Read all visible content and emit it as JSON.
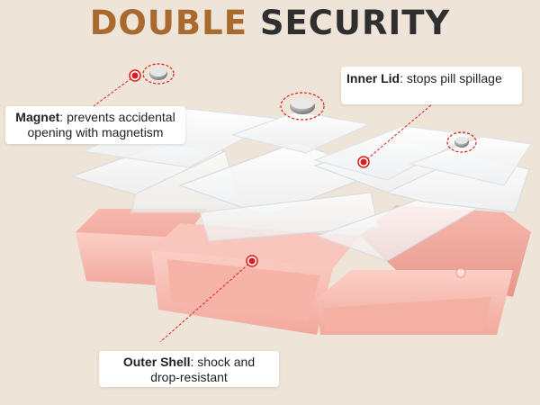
{
  "headline": {
    "word1": "DOUBLE",
    "word2": "SECURITY"
  },
  "colors": {
    "background": "#efe4d8",
    "accent_brown": "#a86a2e",
    "title_dark": "#2f2f2f",
    "shell_pink": "#f6b8ae",
    "marker_red": "#e01b1b"
  },
  "callouts": {
    "magnet": {
      "term": "Magnet",
      "text": ": prevents accidental opening with magnetism"
    },
    "inner_lid": {
      "term": "Inner Lid",
      "text": ": stops pill spillage"
    },
    "outer_shell": {
      "term": "Outer Shell",
      "text": ": shock and drop-resistant"
    }
  }
}
